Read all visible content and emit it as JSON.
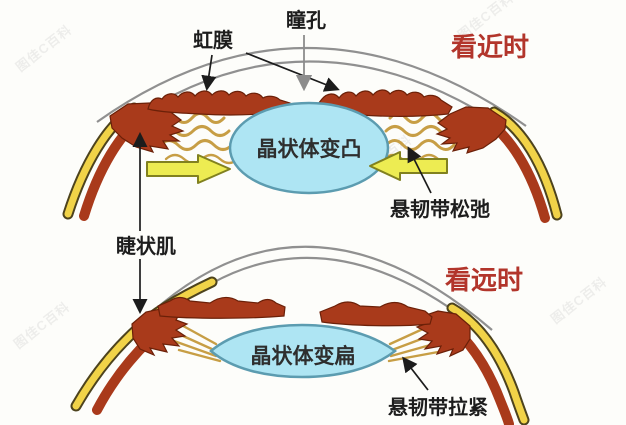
{
  "colors": {
    "label_red": "#b2352b",
    "lens_fill": "#aee5f3",
    "lens_stroke": "#5c9cb0",
    "iris_red": "#a93a1b",
    "sclera_yellow": "#f1d348",
    "sclera_outline": "#4d431d",
    "zonule_tan": "#c79e45",
    "arrow_yellow": "#edec52",
    "arrow_outline": "#81811f",
    "cornea_gray": "#909090",
    "text_dark": "#1d1d1d"
  },
  "watermark": {
    "text": "图佳C百科"
  },
  "near": {
    "title": "看近时",
    "iris_label": "虹膜",
    "pupil_label": "瞳孔",
    "lens_label": "晶状体变凸",
    "zonule_label": "悬韧带松弛"
  },
  "far": {
    "title": "看远时",
    "lens_label": "晶状体变扁",
    "zonule_label": "悬韧带拉紧"
  },
  "shared": {
    "ciliary_label": "睫状肌"
  }
}
